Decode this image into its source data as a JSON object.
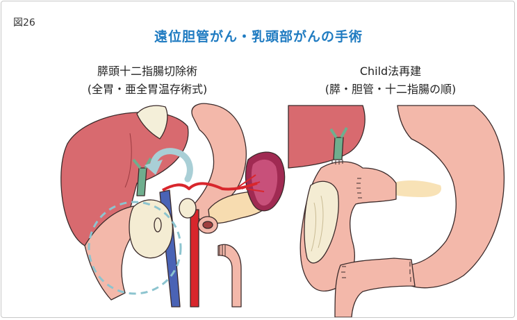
{
  "figure_label": "図26",
  "title": "遠位胆管がん・乳頭部がんの手術",
  "left_panel": {
    "heading": "膵頭十二指腸切除術",
    "subheading": "(全胃・亜全胃温存術式)"
  },
  "right_panel": {
    "heading": "Child法再建",
    "subheading": "(膵・胆管・十二指腸の順)"
  },
  "colors": {
    "title": "#1f7bc1",
    "liver": "#d86a6f",
    "stomach": "#f3b8aa",
    "artery": "#d8262c",
    "vein": "#4a63b5",
    "bile_duct": "#6fae8e",
    "pancreas": "#f7dcb0",
    "spleen": "#a02a52",
    "resection_circle": "#8cc4cf"
  }
}
